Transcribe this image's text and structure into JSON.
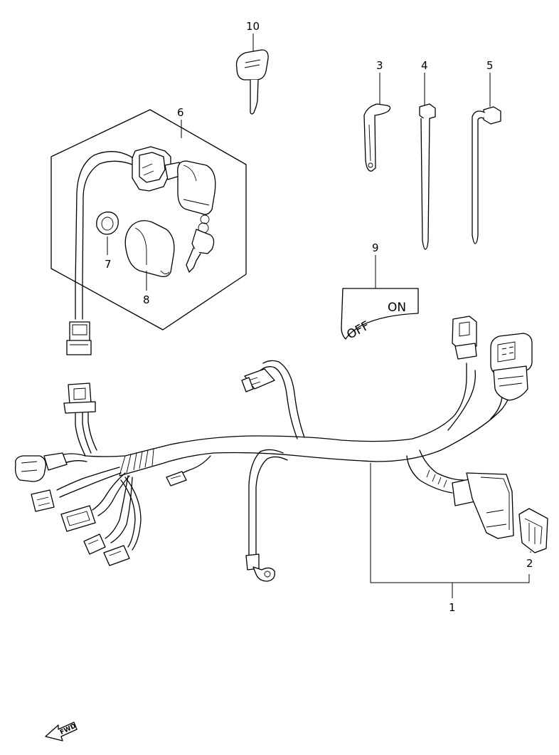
{
  "callouts": {
    "n1": "1",
    "n2": "2",
    "n3": "3",
    "n4": "4",
    "n5": "5",
    "n6": "6",
    "n7": "7",
    "n8": "8",
    "n9": "9",
    "n10": "10"
  },
  "decal": {
    "off": "OFF",
    "on": "ON"
  },
  "fwd": {
    "label": "FWD"
  }
}
